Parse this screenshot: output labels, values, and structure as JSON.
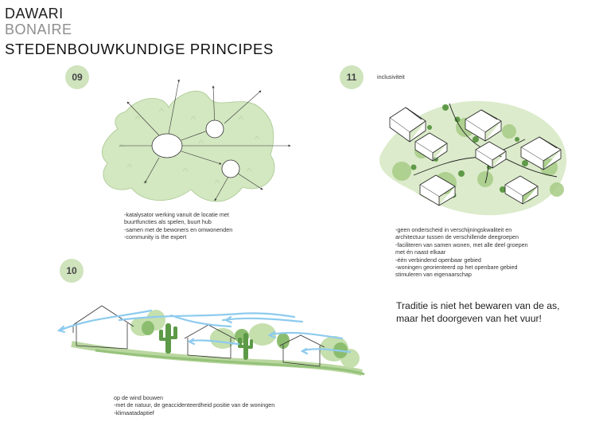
{
  "header": {
    "line1": "DAWARI",
    "line2": "BONAIRE",
    "title": "STEDENBOUWKUNDIGE PRINCIPES"
  },
  "principles": [
    {
      "number": "09",
      "text": "-katalysator werking vanuit de locatie met\nbuurtfuncties als spelen, buurt hub\n-samen met de bewoners en omwonenden\n-community is the expert"
    },
    {
      "number": "11",
      "label": "inclusiviteit",
      "text": "-geen onderscheid in verschijningskwaliteit en\narchitectuur tussen de verschillende deegroepen\n-faciliteren van samen wonen, met alle deel groepen\nmet én naast elkaar\n-één verbindend openbaar gebied\n-woningen georienteerd op het openbare gebied\nstimuleren van eigenaarschap"
    },
    {
      "number": "10",
      "text": "op de wind bouwen\n-met de natuur, de geaccidenteerdheid positie van de woningen\n-klimaatadaptief"
    }
  ],
  "quote": "Traditie is niet het bewaren van de as, maar het doorgeven van het vuur!",
  "colors": {
    "badge": "#cfe3bd",
    "green_light": "#dcebcb",
    "green_mid": "#a7cc86",
    "green_dark": "#5f9a48",
    "wind": "#8ecbee",
    "title_grey": "#8e8e8e"
  },
  "icons": [
    "arrow-icon",
    "house-icon",
    "cactus-icon",
    "tree-icon",
    "wind-arrow-icon"
  ]
}
